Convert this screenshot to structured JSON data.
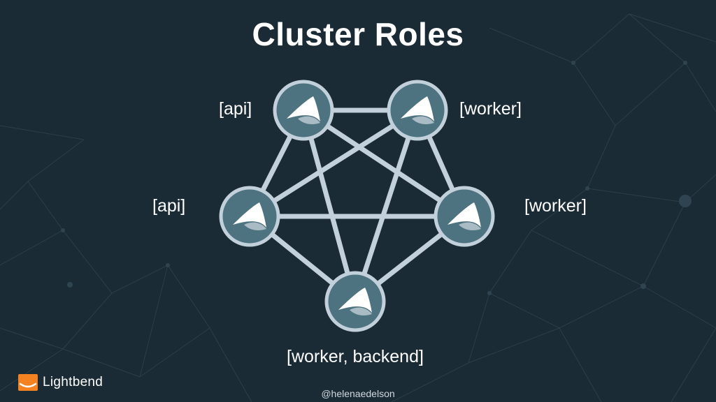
{
  "title": "Cluster Roles",
  "nodes": [
    {
      "id": "top-left",
      "label": "[api]"
    },
    {
      "id": "top-right",
      "label": "[worker]"
    },
    {
      "id": "mid-left",
      "label": "[api]"
    },
    {
      "id": "mid-right",
      "label": "[worker]"
    },
    {
      "id": "bottom",
      "label": "[worker, backend]"
    }
  ],
  "edges": [
    [
      "top-left",
      "top-right"
    ],
    [
      "top-left",
      "mid-left"
    ],
    [
      "top-left",
      "mid-right"
    ],
    [
      "top-left",
      "bottom"
    ],
    [
      "top-right",
      "mid-left"
    ],
    [
      "top-right",
      "mid-right"
    ],
    [
      "top-right",
      "bottom"
    ],
    [
      "mid-left",
      "mid-right"
    ],
    [
      "mid-left",
      "bottom"
    ],
    [
      "mid-right",
      "bottom"
    ]
  ],
  "node_icon": "akka-logo-icon",
  "brand": {
    "name": "Lightbend",
    "icon": "lightbend-logo-icon",
    "color": "#f58220"
  },
  "handle": "@helenaedelson",
  "colors": {
    "background": "#1b2b36",
    "edge": "#c2d0db",
    "node_fill": "#4e7380",
    "node_ring": "#c2d0db"
  }
}
